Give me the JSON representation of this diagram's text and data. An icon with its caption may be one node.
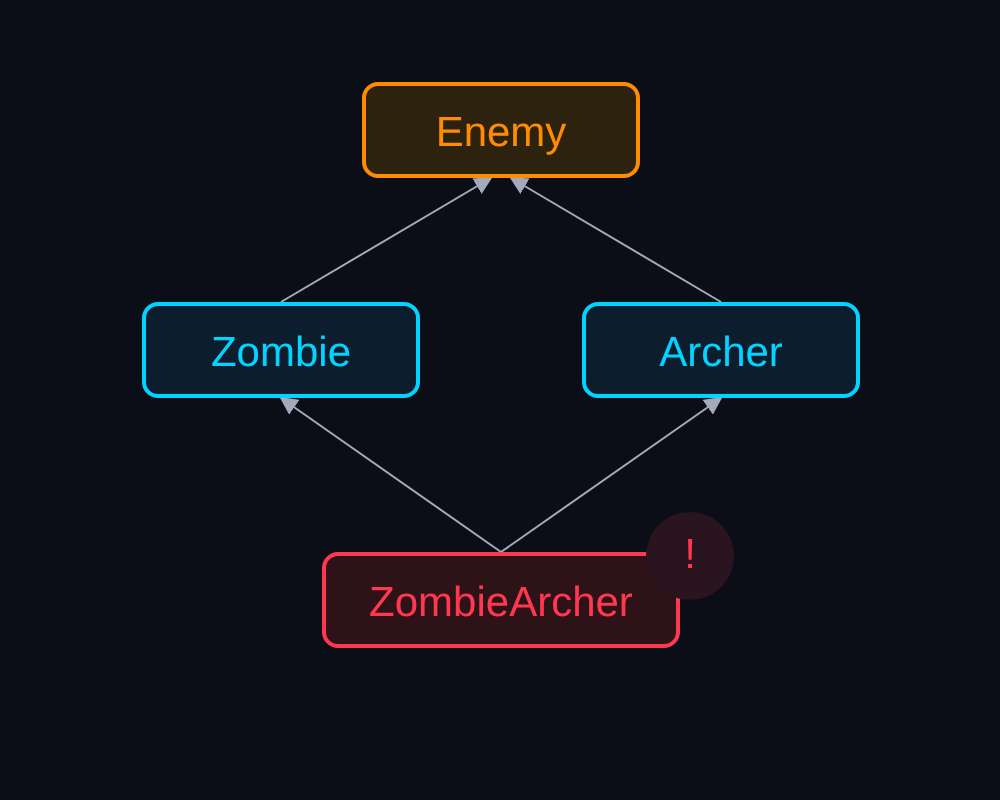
{
  "diagram": {
    "nodes": [
      {
        "text": [
          "Enemy"
        ]
      },
      {
        "text": [
          "Zombie"
        ]
      },
      {
        "text": [
          "Archer"
        ]
      },
      {
        "text": [
          "ZombieArcher"
        ]
      },
      {
        "text": [
          "!"
        ]
      }
    ],
    "edges": [
      {
        "from": 1,
        "to": 0,
        "arrow": "to"
      },
      {
        "from": 2,
        "to": 0,
        "arrow": "to"
      },
      {
        "from": 3,
        "to": 1,
        "arrow": "to"
      },
      {
        "from": 3,
        "to": 2,
        "arrow": "to"
      }
    ]
  }
}
